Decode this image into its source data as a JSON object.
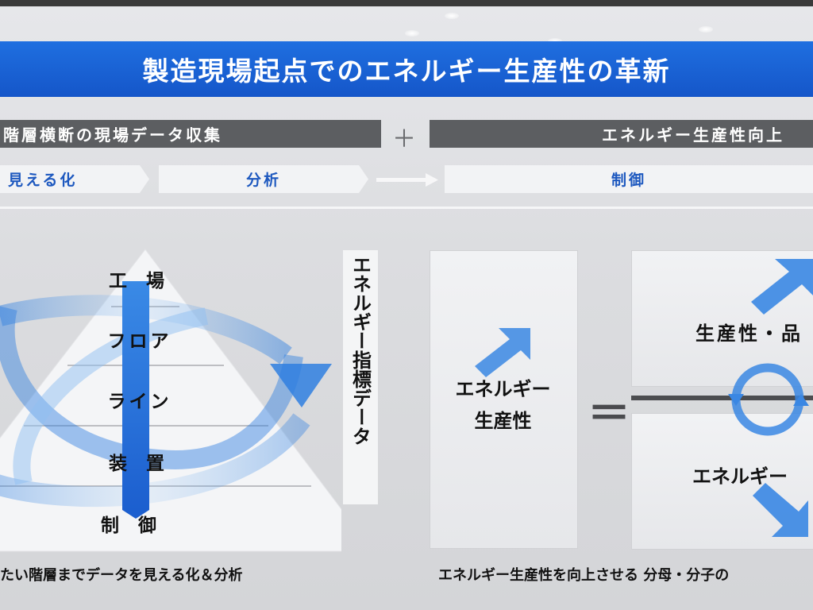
{
  "title": "製造現場起点でのエネルギー生産性の革新",
  "left_header": "階層横断の現場データ収集",
  "plus": "＋",
  "right_header": "エネルギー生産性向上",
  "steps": [
    "見える化",
    "分析",
    "制御"
  ],
  "pyramid_levels": [
    "工 場",
    "フロア",
    "ライン",
    "装 置",
    "制 御"
  ],
  "vertical_label": "エネルギー指標データ",
  "center_label_line1": "エネルギー",
  "center_label_line2": "生産性",
  "equals": "＝",
  "right_top_label": "生産性・品",
  "right_bottom_label": "エネルギー",
  "caption_left": "たい階層までデータを見える化＆分析",
  "caption_right": "エネルギー生産性を向上させる 分母・分子の",
  "colors": {
    "title_blue": "#1b63d6",
    "dark_bar": "#5c5e61",
    "accent_text": "#1d58bf",
    "arrow_blue": "#2f7fe0"
  }
}
